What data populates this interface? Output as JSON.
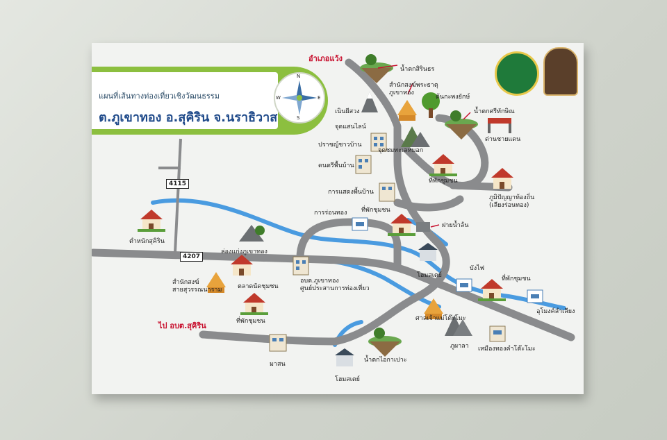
{
  "title": {
    "subtitle": "แผนที่เส้นทางท่องเที่ยวเชิงวัฒนธรรม",
    "main": "ต.ภูเขาทอง อ.สุคิริน จ.นราธิวาส"
  },
  "compass": {
    "n": "N",
    "s": "S",
    "e": "E",
    "w": "W"
  },
  "roads": {
    "r4115": "4115",
    "r4207": "4207"
  },
  "directions": {
    "top": "อำเภอแว้ง",
    "bottom": "ไป อบต.สุคิริน"
  },
  "places": {
    "p1": "น้ำตกสิรินธร",
    "p2": "สำนักสงฆ์พระธาตุ\nภูเขาทอง",
    "p3": "ต้นกะพงยักษ์",
    "p4": "น้ำตกศรีทักษิณ",
    "p5": "ด่านชายแดน",
    "p6": "เนินผีสวง",
    "p7": "จุดแสนไลน์",
    "p8": "จุดชมทะเลหมอก",
    "p9": "ปราชญ์ชาวบ้าน",
    "p10": "ดนตรีพื้นบ้าน",
    "p11": "ที่พักชุมชน",
    "p12": "การแสดงพื้นบ้าน",
    "p13": "ภูมิปัญญาท้องถิ่น\n(เลียงร่อนทอง)",
    "p14": "การร่อนทอง",
    "p15": "ที่พักชุมชน",
    "p16": "ฝายน้ำล้น",
    "p17": "ตำหนักสุคิริน",
    "p18": "ล่องแก่งภูเขาทอง",
    "p19": "โฮมสเตย์",
    "p20": "บังไฟ",
    "p21": "ที่พักชุมชน",
    "p22": "สำนักสงฆ์\nสายสุวรรณนาราม",
    "p23": "ตลาดนัดชุมชน",
    "p24": "อบต.ภูเขาทอง\nศูนย์ประสานการท่องเที่ยว",
    "p25": "ที่พักชุมชน",
    "p26": "อุโมงค์ลำเลียง",
    "p27": "ศาลเจ้าแม่โต๊ะโมะ",
    "p28": "ภูผาลา",
    "p29": "เหมืองทองคำโต๊ะโมะ",
    "p30": "มาสน",
    "p31": "น้ำตกไอกาเปาะ",
    "p32": "โฮมสเตย์"
  },
  "colors": {
    "road": "#8a8b8d",
    "river": "#4a9be0",
    "banner": "#8cbf3f",
    "title": "#1f4a8a",
    "direction": "#c8102e"
  },
  "icons": {
    "compass": "compass-rose-icon",
    "house": "house-icon",
    "temple": "temple-icon",
    "mountain": "mountain-icon",
    "waterfall-island": "floating-island-icon",
    "tree": "tree-icon",
    "border": "border-gate-icon"
  }
}
